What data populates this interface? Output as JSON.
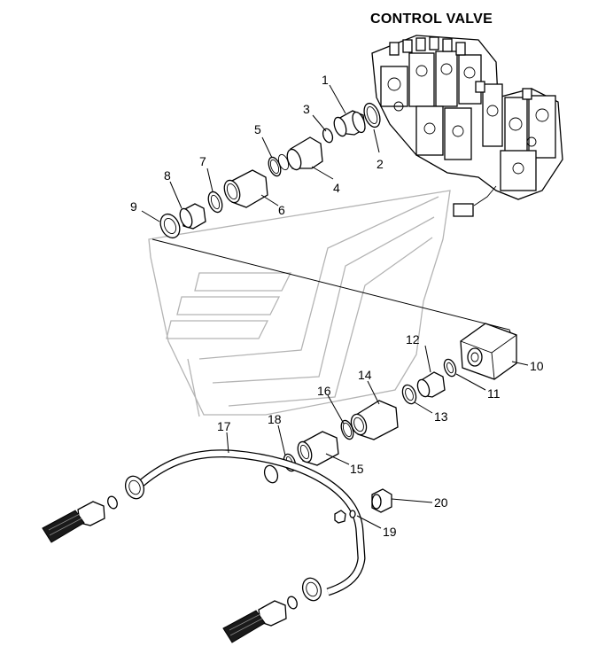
{
  "diagram": {
    "title": "CONTROL VALVE",
    "callouts": [
      {
        "id": "c1",
        "label": "1"
      },
      {
        "id": "c2",
        "label": "2"
      },
      {
        "id": "c3",
        "label": "3"
      },
      {
        "id": "c4",
        "label": "4"
      },
      {
        "id": "c5",
        "label": "5"
      },
      {
        "id": "c6",
        "label": "6"
      },
      {
        "id": "c7",
        "label": "7"
      },
      {
        "id": "c8",
        "label": "8"
      },
      {
        "id": "c9",
        "label": "9"
      },
      {
        "id": "c10",
        "label": "10"
      },
      {
        "id": "c11",
        "label": "11"
      },
      {
        "id": "c12",
        "label": "12"
      },
      {
        "id": "c13",
        "label": "13"
      },
      {
        "id": "c14",
        "label": "14"
      },
      {
        "id": "c15",
        "label": "15"
      },
      {
        "id": "c16",
        "label": "16"
      },
      {
        "id": "c17",
        "label": "17"
      },
      {
        "id": "c18",
        "label": "18"
      },
      {
        "id": "c19",
        "label": "19"
      },
      {
        "id": "c20",
        "label": "20"
      }
    ]
  }
}
